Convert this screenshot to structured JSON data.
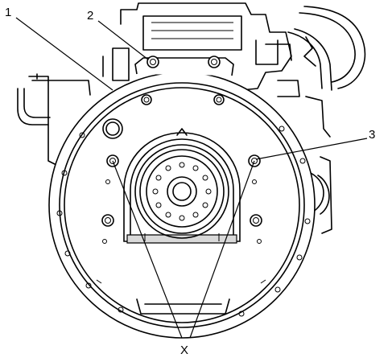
{
  "callouts": {
    "one": "1",
    "two": "2",
    "three": "3",
    "x": "X"
  },
  "colors": {
    "line": "#000000",
    "background": "#ffffff",
    "shade": "#d9d9d9"
  }
}
